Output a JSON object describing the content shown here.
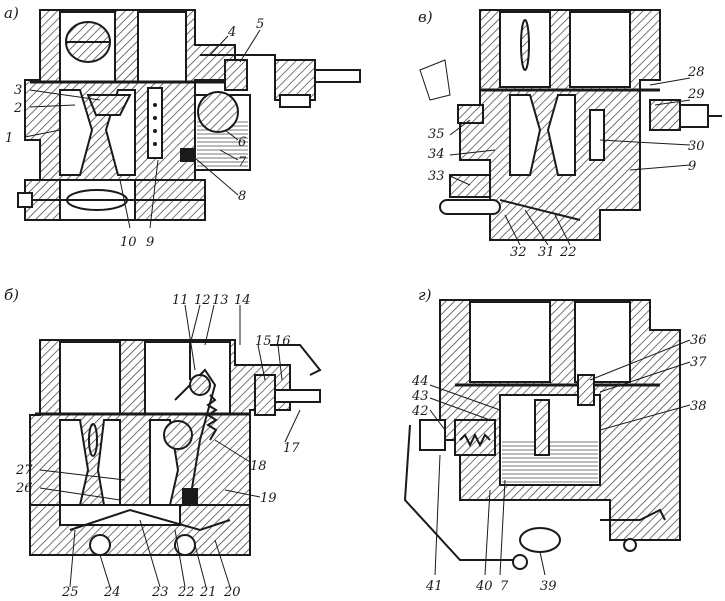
{
  "panels": {
    "a": {
      "label": "а)",
      "callouts": [
        "1",
        "2",
        "3",
        "4",
        "5",
        "6",
        "7",
        "8",
        "9",
        "10"
      ]
    },
    "b": {
      "label": "б)",
      "callouts": [
        "11",
        "12",
        "13",
        "14",
        "15",
        "16",
        "17",
        "18",
        "19",
        "20",
        "21",
        "22",
        "23",
        "24",
        "25",
        "26",
        "27"
      ]
    },
    "c": {
      "label": "в)",
      "callouts": [
        "28",
        "29",
        "30",
        "9",
        "22",
        "31",
        "32",
        "33",
        "34",
        "35"
      ]
    },
    "d": {
      "label": "г)",
      "callouts": [
        "36",
        "37",
        "38",
        "39",
        "7",
        "40",
        "41",
        "42",
        "43",
        "44"
      ]
    }
  }
}
